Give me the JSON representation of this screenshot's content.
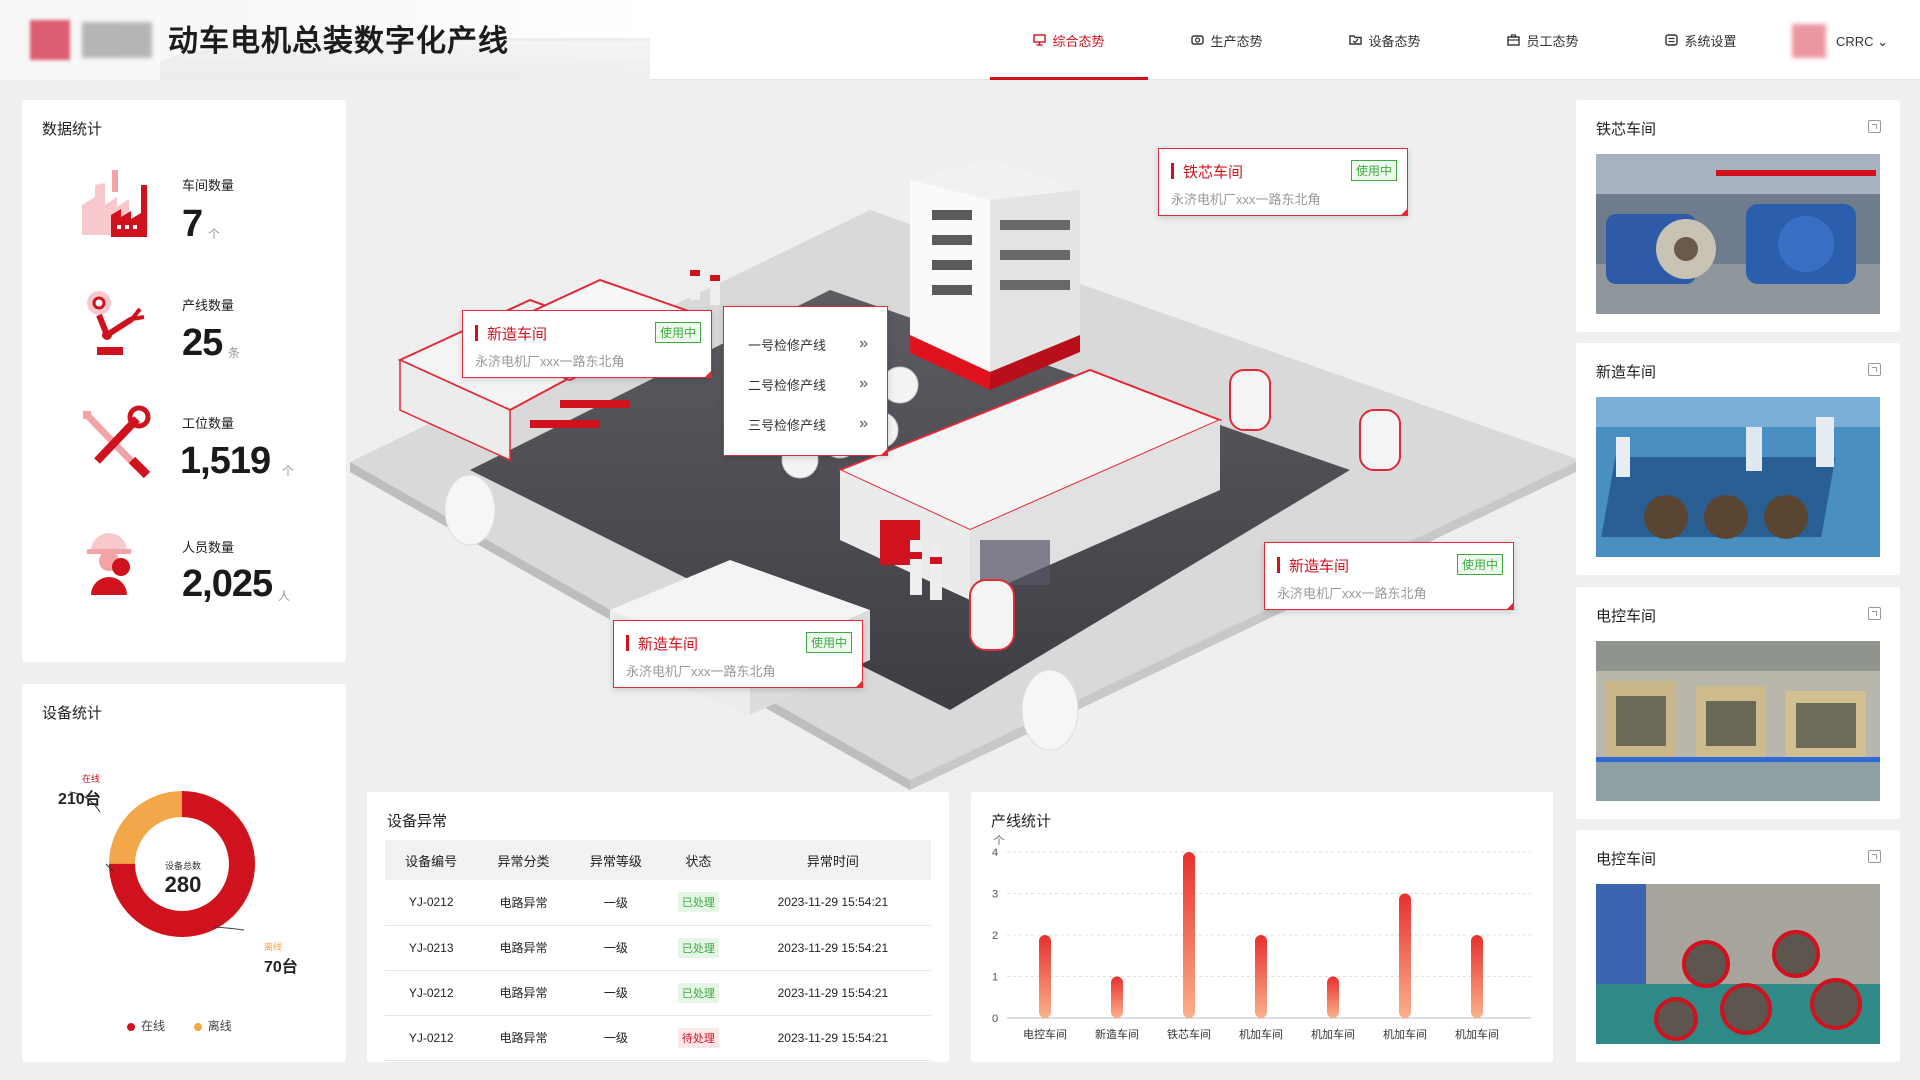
{
  "header": {
    "app_title": "动车电机总装数字化产线",
    "brand": "CRRC",
    "nav": [
      {
        "label": "综合态势",
        "active": true,
        "icon": "monitor-icon"
      },
      {
        "label": "生产态势",
        "active": false,
        "icon": "production-icon"
      },
      {
        "label": "设备态势",
        "active": false,
        "icon": "folder-icon"
      },
      {
        "label": "员工态势",
        "active": false,
        "icon": "briefcase-icon"
      },
      {
        "label": "系统设置",
        "active": false,
        "icon": "settings-icon"
      }
    ]
  },
  "stats": {
    "title": "数据统计",
    "items": [
      {
        "label": "车间数量",
        "value": "7",
        "unit": "个",
        "icon": "factory-icon"
      },
      {
        "label": "产线数量",
        "value": "25",
        "unit": "条",
        "icon": "robot-arm-icon"
      },
      {
        "label": "工位数量",
        "value": "1,519",
        "unit": "个",
        "icon": "tools-icon"
      },
      {
        "label": "人员数量",
        "value": "2,025",
        "unit": "人",
        "icon": "worker-icon"
      }
    ]
  },
  "equipment": {
    "title": "设备统计",
    "center_label": "设备总数",
    "total": "280",
    "online_label": "在线",
    "online_value": "210台",
    "offline_label": "离线",
    "offline_value": "70台",
    "online_count": 210,
    "offline_count": 70,
    "colors": {
      "online": "#d0121e",
      "offline": "#f3a64a"
    },
    "legend": [
      "在线",
      "离线"
    ]
  },
  "map": {
    "callouts": [
      {
        "name": "铁芯车间",
        "status": "使用中",
        "address": "永济电机厂xxx一路东北角"
      },
      {
        "name": "新造车间",
        "status": "使用中",
        "address": "永济电机厂xxx一路东北角"
      },
      {
        "name": "新造车间",
        "status": "使用中",
        "address": "永济电机厂xxx一路东北角"
      },
      {
        "name": "新造车间",
        "status": "使用中",
        "address": "永济电机厂xxx一路东北角"
      }
    ],
    "lines": [
      "一号检修产线",
      "二号检修产线",
      "三号检修产线"
    ]
  },
  "anomaly": {
    "title": "设备异常",
    "columns": [
      "设备编号",
      "异常分类",
      "异常等级",
      "状态",
      "异常时间"
    ],
    "rows": [
      [
        "YJ-0212",
        "电路异常",
        "一级",
        "已处理",
        "2023-11-29 15:54:21"
      ],
      [
        "YJ-0213",
        "电路异常",
        "一级",
        "已处理",
        "2023-11-29 15:54:21"
      ],
      [
        "YJ-0212",
        "电路异常",
        "一级",
        "已处理",
        "2023-11-29 15:54:21"
      ],
      [
        "YJ-0212",
        "电路异常",
        "一级",
        "待处理",
        "2023-11-29 15:54:21"
      ]
    ]
  },
  "chart_data": {
    "type": "bar",
    "title": "产线统计",
    "ylabel": "个",
    "categories": [
      "电控车间",
      "新造车间",
      "铁芯车间",
      "机加车间",
      "机加车间",
      "机加车间",
      "机加车间"
    ],
    "values": [
      2,
      1,
      4,
      2,
      1,
      3,
      2
    ],
    "ylim": [
      0,
      4
    ],
    "yticks": [
      "0",
      "1",
      "2",
      "3",
      "4"
    ],
    "grid": true,
    "colors": {
      "bar_top": "#e8302f",
      "bar_bottom": "#fbb08a"
    }
  },
  "workshops": [
    {
      "title": "铁芯车间"
    },
    {
      "title": "新造车间"
    },
    {
      "title": "电控车间"
    },
    {
      "title": "电控车间"
    }
  ]
}
